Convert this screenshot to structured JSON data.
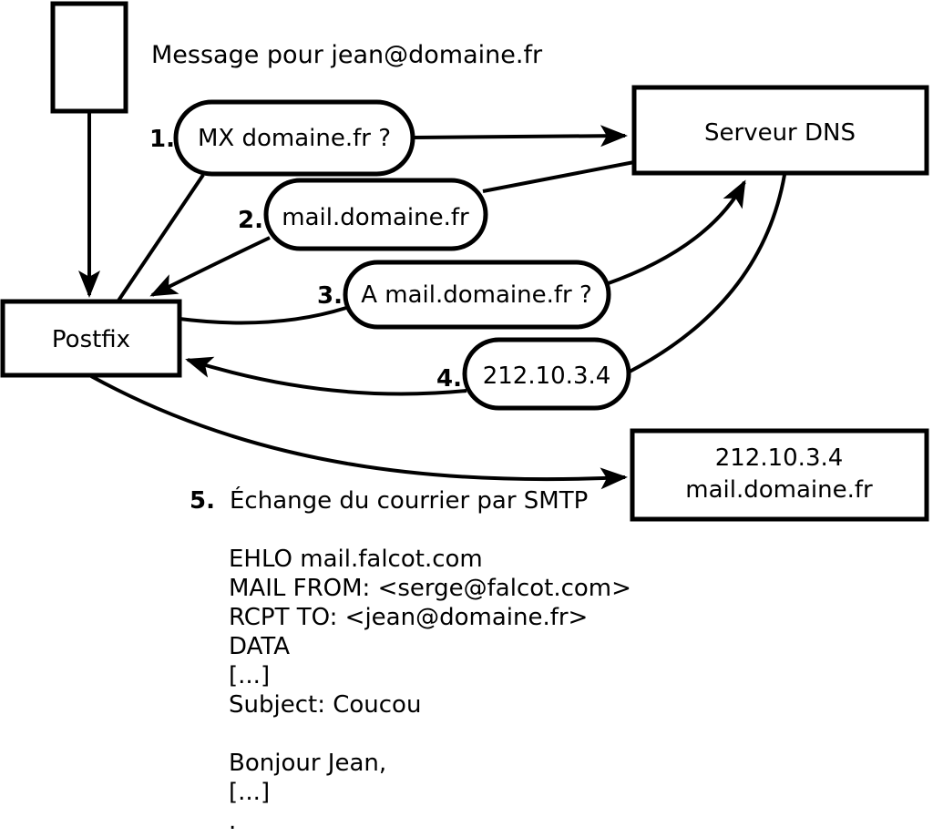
{
  "figure": {
    "background": "#ffffff",
    "ink": "#000000",
    "message_label": "Message pour jean@domaine.fr",
    "nodes": {
      "postfix": "Postfix",
      "dns_server": "Serveur DNS",
      "mail_server_line1": "212.10.3.4",
      "mail_server_line2": "mail.domaine.fr"
    },
    "steps": [
      {
        "num": "1.",
        "label": "MX domaine.fr ?"
      },
      {
        "num": "2.",
        "label": "mail.domaine.fr"
      },
      {
        "num": "3.",
        "label": "A mail.domaine.fr ?"
      },
      {
        "num": "4.",
        "label": "212.10.3.4"
      },
      {
        "num": "5.",
        "label": "Échange du courrier par SMTP"
      }
    ],
    "smtp_lines": [
      "EHLO mail.falcot.com",
      "MAIL FROM: <serge@falcot.com>",
      "RCPT TO: <jean@domaine.fr>",
      "DATA",
      "[...]",
      "Subject: Coucou",
      "",
      "Bonjour Jean,",
      "[...]",
      "."
    ]
  }
}
